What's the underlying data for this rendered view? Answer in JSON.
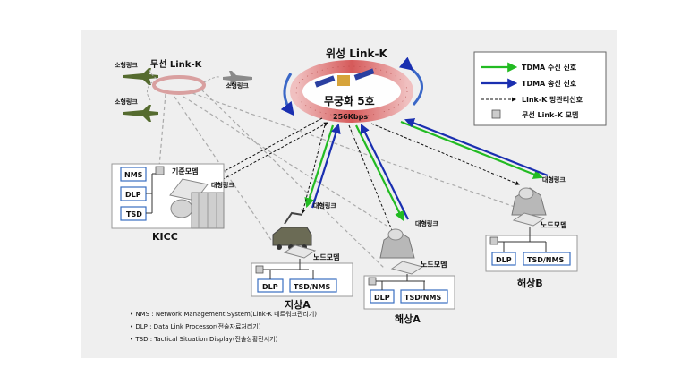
{
  "satellite": {
    "title": "위성 Link-K",
    "name": "무궁화 5호",
    "rate": "256Kbps"
  },
  "air": {
    "radio_title": "무선 Link-K",
    "small_link_1": "소형링크",
    "small_link_2": "소형링크",
    "small_link_3": "소형링크"
  },
  "kicc": {
    "base_modem": "기준모뎀",
    "large_link": "대형링크",
    "nms": "NMS",
    "dlp": "DLP",
    "tsd": "TSD",
    "name": "KICC"
  },
  "ground_a": {
    "large_link": "대형링크",
    "node_modem": "노드모뎀",
    "dlp": "DLP",
    "tsd_nms": "TSD/NMS",
    "name": "지상A"
  },
  "sea_a": {
    "large_link": "대형링크",
    "node_modem": "노드모뎀",
    "dlp": "DLP",
    "tsd_nms": "TSD/NMS",
    "name": "해상A"
  },
  "sea_b": {
    "large_link": "대형링크",
    "node_modem": "노드모뎀",
    "dlp": "DLP",
    "tsd_nms": "TSD/NMS",
    "name": "해상B"
  },
  "legend": {
    "rx": "TDMA 수신 신호",
    "tx": "TDMA 송신 신호",
    "ctrl": "Link-K 망관리신호",
    "modem": "무선 Link-K 모뎀"
  },
  "notes": [
    "• NMS : Network Management System(Link-K 네트워크관리기)",
    "• DLP : Data Link Processor(전술자료처리기)",
    "• TSD : Tactical Situation Display(전술상황전시기)"
  ],
  "colors": {
    "rx": "#22bb22",
    "tx": "#1a2fb0",
    "ctrl": "#111111",
    "ring": "#e07070",
    "panel": "#efefef"
  }
}
